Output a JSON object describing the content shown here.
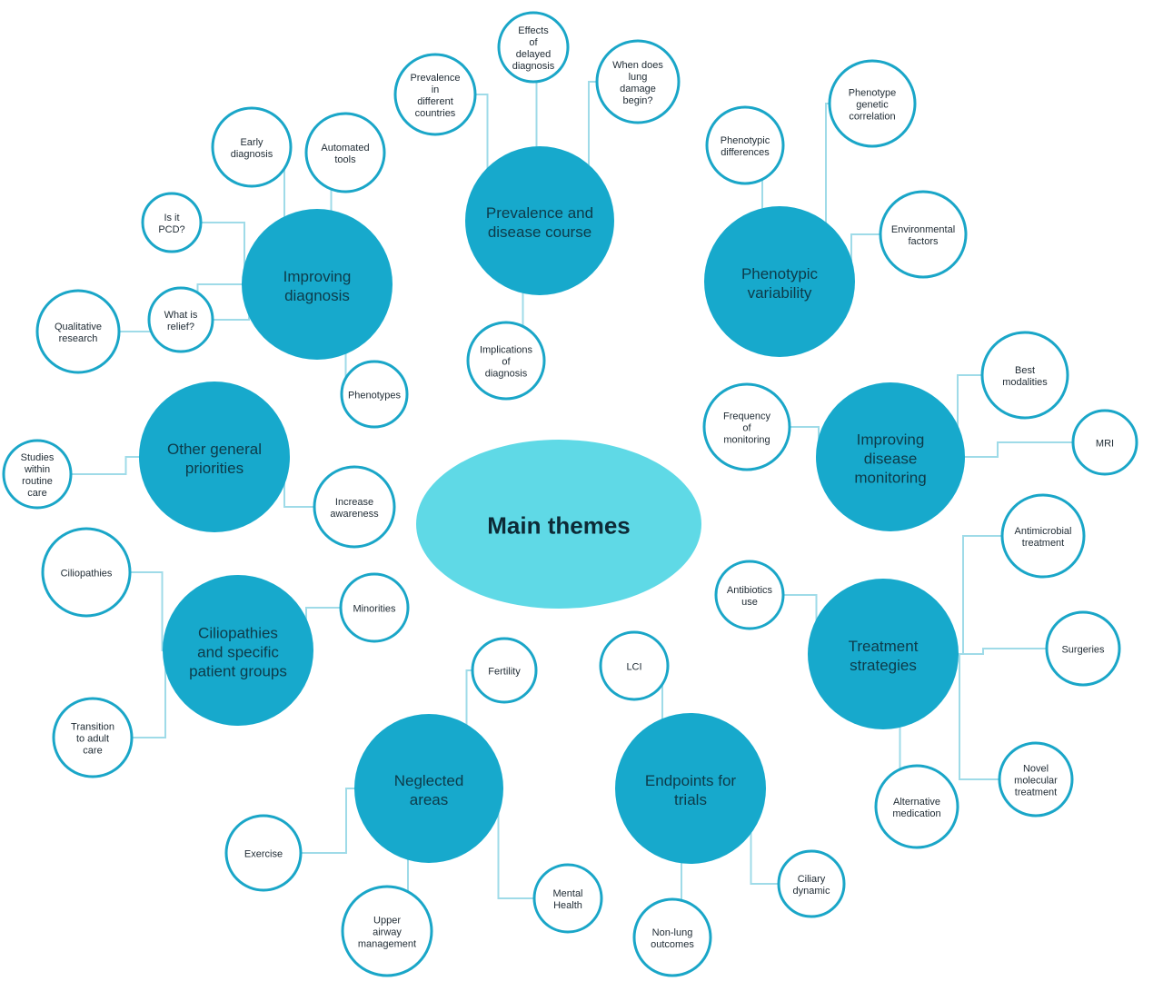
{
  "center": {
    "label": "Main themes"
  },
  "themes": [
    {
      "id": "prevalence",
      "label": "Prevalence and disease course",
      "leaves": [
        "Effects of delayed diagnosis",
        "When does lung damage begin?",
        "Prevalence in different countries",
        "Implications of diagnosis"
      ]
    },
    {
      "id": "phenotypic",
      "label": "Phenotypic variability",
      "leaves": [
        "Phenotypic differences",
        "Phenotype genetic correlation",
        "Environmental factors"
      ]
    },
    {
      "id": "diagnosis",
      "label": "Improving diagnosis",
      "leaves": [
        "Early diagnosis",
        "Automated tools",
        "Is it PCD?",
        "What is relief?",
        "Qualitative research",
        "Phenotypes"
      ]
    },
    {
      "id": "monitoring",
      "label": "Improving disease monitoring",
      "leaves": [
        "Best modalities",
        "MRI",
        "Frequency of monitoring"
      ]
    },
    {
      "id": "other",
      "label": "Other general priorities",
      "leaves": [
        "Studies within routine care",
        "Increase awareness"
      ]
    },
    {
      "id": "ciliopathies",
      "label": "Ciliopathies and specific patient groups",
      "leaves": [
        "Ciliopathies",
        "Minorities",
        "Transition to adult care"
      ]
    },
    {
      "id": "treatment",
      "label": "Treatment strategies",
      "leaves": [
        "Antimicrobial treatment",
        "Antibiotics use",
        "Surgeries",
        "Novel molecular treatment",
        "Alternative medication"
      ]
    },
    {
      "id": "neglected",
      "label": "Neglected areas",
      "leaves": [
        "Fertility",
        "Exercise",
        "Upper airway management",
        "Mental Health"
      ]
    },
    {
      "id": "endpoints",
      "label": "Endpoints for trials",
      "leaves": [
        "LCI",
        "Non-lung outcomes",
        "Ciliary dynamic"
      ]
    }
  ]
}
